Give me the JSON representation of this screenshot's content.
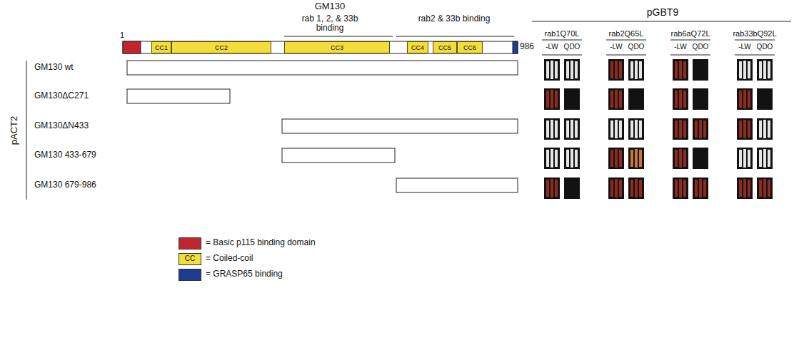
{
  "diagram": {
    "title": "GM130",
    "nodes": [
      {
        "text": [
          "CC1"
        ]
      },
      {
        "text": [
          "CC2"
        ]
      },
      {
        "text": [
          "CC3"
        ]
      },
      {
        "text": [
          "CC4"
        ]
      },
      {
        "text": [
          "CC5"
        ]
      },
      {
        "text": [
          "CC6"
        ]
      }
    ],
    "labels": [
      "1",
      "rab 1, 2, & 33b binding",
      "rab2 & 33b binding",
      "986",
      "pGBT9",
      "rab1Q70L",
      "rab2Q65L",
      "rab6aQ72L",
      "rab33bQ92L",
      "-LW",
      "QDO",
      "-LW",
      "QDO",
      "-LW",
      "QDO",
      "-LW",
      "QDO",
      "pACT2",
      "GM130 wt",
      "GM130ΔC271",
      "GM130ΔN433",
      "GM130 433-679",
      "GM130 679-986",
      "CC"
    ],
    "legend": [
      {
        "text": "= Basic p115 binding domain",
        "color": "#c0272d"
      },
      {
        "text": "= Coiled-coil",
        "color": "#f2dd3a"
      },
      {
        "text": "= GRASP65 binding",
        "color": "#1f3b8f"
      }
    ]
  }
}
